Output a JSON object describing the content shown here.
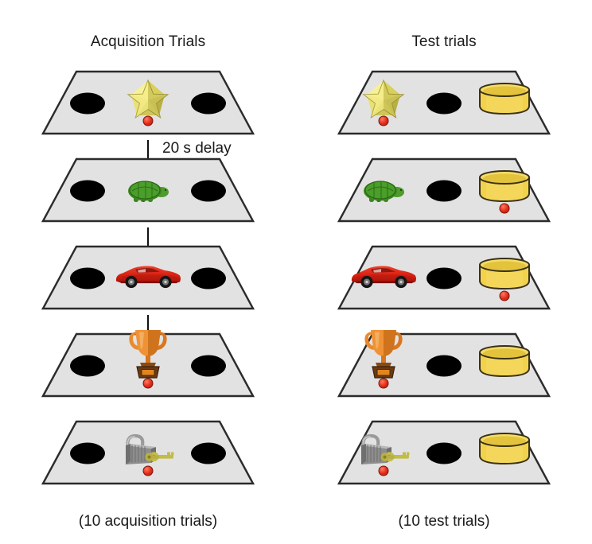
{
  "figure": {
    "background": "#ffffff",
    "platform_fill": "#e2e2e2",
    "platform_stroke": "#2b2b2b",
    "well_color": "#000000",
    "reward_dot_color": "#e02b18",
    "cylinder_color": "#f2d24b"
  },
  "columns": {
    "acquisition": {
      "title": "Acquisition Trials",
      "caption": "(10 acquisition trials)"
    },
    "test": {
      "title": "Test trials",
      "caption": "(10 test trials)"
    }
  },
  "delay": {
    "label": "20 s delay",
    "arrow_icon": "down-arrow-icon"
  },
  "slots": {
    "left": "left-well",
    "center": "center-well",
    "right": "right-well"
  },
  "acquisition_trials": [
    {
      "index": 1,
      "object": "star",
      "object_label": "gold-star",
      "object_slot": "center",
      "reward_slot": "center",
      "wells": [
        "left",
        "right"
      ]
    },
    {
      "index": 2,
      "object": "turtle",
      "object_label": "green-turtle",
      "object_slot": "center",
      "reward_slot": "none",
      "wells": [
        "left",
        "right"
      ]
    },
    {
      "index": 3,
      "object": "car",
      "object_label": "red-sports-car",
      "object_slot": "center",
      "reward_slot": "none",
      "wells": [
        "left",
        "right"
      ]
    },
    {
      "index": 4,
      "object": "trophy",
      "object_label": "orange-trophy",
      "object_slot": "center",
      "reward_slot": "center",
      "wells": [
        "left",
        "right"
      ]
    },
    {
      "index": 5,
      "object": "padlock",
      "object_label": "grey-padlock-with-keys",
      "object_slot": "center",
      "reward_slot": "center",
      "wells": [
        "left",
        "right"
      ]
    }
  ],
  "test_trials": [
    {
      "index": 1,
      "object": "star",
      "object_label": "gold-star",
      "object_slot": "left",
      "reward_slot": "left",
      "wells": [
        "center"
      ],
      "cylinder_slot": "right"
    },
    {
      "index": 2,
      "object": "turtle",
      "object_label": "green-turtle",
      "object_slot": "left",
      "reward_slot": "right",
      "wells": [
        "center"
      ],
      "cylinder_slot": "right"
    },
    {
      "index": 3,
      "object": "car",
      "object_label": "red-sports-car",
      "object_slot": "left",
      "reward_slot": "right",
      "wells": [
        "center"
      ],
      "cylinder_slot": "right"
    },
    {
      "index": 4,
      "object": "trophy",
      "object_label": "orange-trophy",
      "object_slot": "left",
      "reward_slot": "left",
      "wells": [
        "center"
      ],
      "cylinder_slot": "right"
    },
    {
      "index": 5,
      "object": "padlock",
      "object_label": "grey-padlock-with-keys",
      "object_slot": "left",
      "reward_slot": "left",
      "wells": [
        "center"
      ],
      "cylinder_slot": "right"
    }
  ]
}
